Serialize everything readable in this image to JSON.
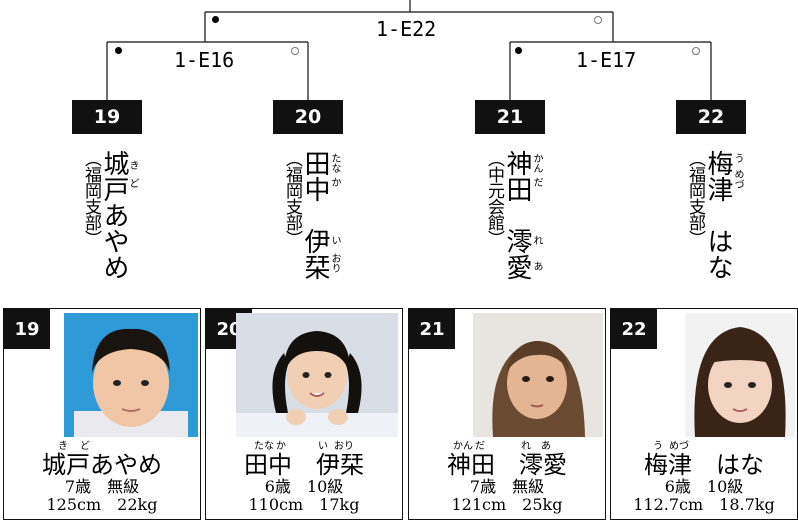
{
  "bracket": {
    "top_match": "1-E22",
    "left_match": "1-E16",
    "right_match": "1-E17"
  },
  "competitors": [
    {
      "number": "19",
      "name": "城戸あやめ",
      "family": "城戸",
      "given": "あやめ",
      "ruby_family": [
        "き",
        "ど"
      ],
      "ruby_given": [],
      "affiliation": "（福岡支部）",
      "age_rank": "7歳　無級",
      "size": "125cm　22kg"
    },
    {
      "number": "20",
      "name": "田中　伊栞",
      "family": "田中",
      "given": "伊栞",
      "ruby_family": [
        "たな",
        "か"
      ],
      "ruby_given": [
        "い",
        "おり"
      ],
      "affiliation": "（福岡支部）",
      "age_rank": "6歳　10級",
      "size": "110cm　17kg"
    },
    {
      "number": "21",
      "name": "神田　澪愛",
      "family": "神田",
      "given": "澪愛",
      "ruby_family": [
        "かん",
        "だ"
      ],
      "ruby_given": [
        "れ",
        "あ"
      ],
      "affiliation": "（中元会館）",
      "age_rank": "7歳　無級",
      "size": "121cm　25kg"
    },
    {
      "number": "22",
      "name": "梅津　はな",
      "family": "梅津",
      "given": "はな",
      "ruby_family": [
        "う",
        "めづ"
      ],
      "ruby_given": [],
      "affiliation": "（福岡支部）",
      "age_rank": "6歳　10級",
      "size": "112.7cm　18.7kg"
    }
  ],
  "colors": {
    "box": "#111111",
    "line": "#111111"
  }
}
